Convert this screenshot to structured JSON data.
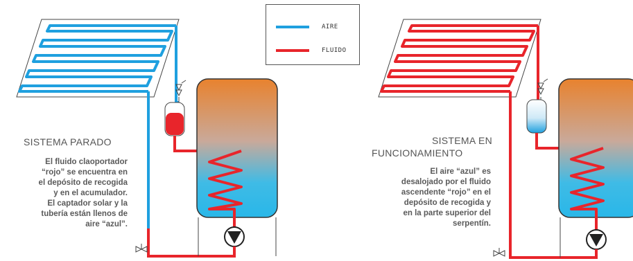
{
  "legend": {
    "items": [
      {
        "label": "AIRE",
        "color": "#1fa0df"
      },
      {
        "label": "FLUIDO",
        "color": "#e8252b"
      }
    ]
  },
  "left_panel": {
    "title": "SISTEMA PARADO",
    "description_lines": [
      "El fluido claoportador",
      "“rojo” se encuentra en",
      "el depósito de recogida",
      "y en el acumulador.",
      "El captador solar y la",
      "tubería están llenos de",
      "aire “azul”."
    ]
  },
  "right_panel": {
    "title_lines": [
      "SISTEMA EN",
      "FUNCIONAMIENTO"
    ],
    "description_lines": [
      "El aire “azul” es",
      "desalojado por el fluido",
      "ascendente “rojo” en el",
      "depósito de recogida y",
      "en la parte superior del",
      "serpentín."
    ]
  },
  "colors": {
    "air": "#1fa0df",
    "fluid": "#e8252b",
    "tank_top": "#e8822e",
    "tank_bottom": "#29b7e8",
    "outline": "#333333"
  }
}
